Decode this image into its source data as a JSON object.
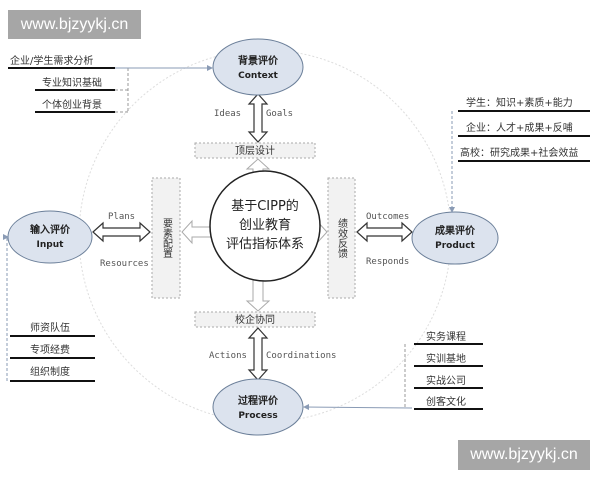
{
  "watermark": "www.bjzyykj.cn",
  "center": {
    "line1": "基于CIPP的",
    "line2": "创业教育",
    "line3": "评估指标体系"
  },
  "nodes": {
    "context": {
      "cn": "背景评价",
      "en": "Context"
    },
    "input": {
      "cn": "输入评价",
      "en": "Input"
    },
    "product": {
      "cn": "成果评价",
      "en": "Product"
    },
    "process": {
      "cn": "过程评价",
      "en": "Process"
    }
  },
  "boxes": {
    "top": "顶层设计",
    "left": "要素配置",
    "right": "绩效反馈",
    "bottom": "校企协同"
  },
  "labels": {
    "ideas": "Ideas",
    "goals": "Goals",
    "plans": "Plans",
    "resources": "Resources",
    "outcomes": "Outcomes",
    "responds": "Responds",
    "actions": "Actions",
    "coordinations": "Coordinations"
  },
  "lists": {
    "context": [
      "企业/学生需求分析",
      "专业知识基础",
      "个体创业背景"
    ],
    "product": [
      "学生：知识+素质+能力",
      "企业：人才+成果+反哺",
      "高校：研究成果+社会效益"
    ],
    "input": [
      "师资队伍",
      "专项经费",
      "组织制度"
    ],
    "process": [
      "实务课程",
      "实训基地",
      "实战公司",
      "创客文化"
    ]
  },
  "colors": {
    "node_fill": "#dce3ee",
    "node_stroke": "#6b7f99",
    "watermark_bg": "#a6a6a6"
  }
}
